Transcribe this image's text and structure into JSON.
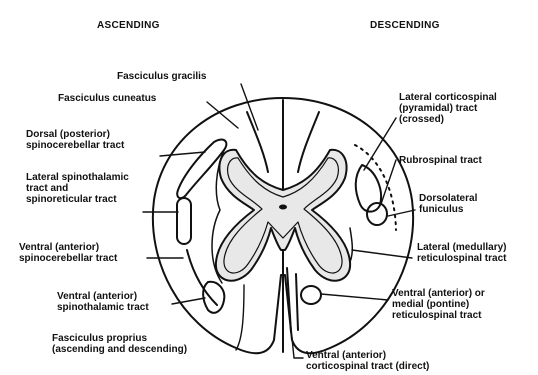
{
  "headings": {
    "ascending": "ASCENDING",
    "descending": "DESCENDING"
  },
  "labels": {
    "fasciculus_gracilis": "Fasciculus gracilis",
    "fasciculus_cuneatus": "Fasciculus cuneatus",
    "dorsal_spinocerebellar": [
      "Dorsal (posterior)",
      "spinocerebellar tract"
    ],
    "lateral_spinothalamic": [
      "Lateral spinothalamic",
      "tract and",
      "spinoreticular tract"
    ],
    "ventral_spinocerebellar": [
      "Ventral (anterior)",
      "spinocerebellar tract"
    ],
    "ventral_spinothalamic": [
      "Ventral (anterior)",
      "spinothalamic tract"
    ],
    "fasciculus_proprius": [
      "Fasciculus proprius",
      "(ascending and descending)"
    ],
    "lateral_corticospinal": [
      "Lateral corticospinal",
      "(pyramidal) tract",
      "(crossed)"
    ],
    "rubrospinal": "Rubrospinal tract",
    "dorsolateral_funiculus": [
      "Dorsolateral",
      "funiculus"
    ],
    "lateral_reticulospinal": [
      "Lateral (medullary)",
      "reticulospinal tract"
    ],
    "medial_reticulospinal": [
      "Ventral (anterior) or",
      "medial (pontine)",
      "reticulospinal tract"
    ],
    "ventral_corticospinal": [
      "Ventral (anterior)",
      "corticospinal tract (direct)"
    ]
  },
  "colors": {
    "ink": "#111111",
    "grey_matter": "#e8e8e8",
    "background": "#ffffff"
  }
}
